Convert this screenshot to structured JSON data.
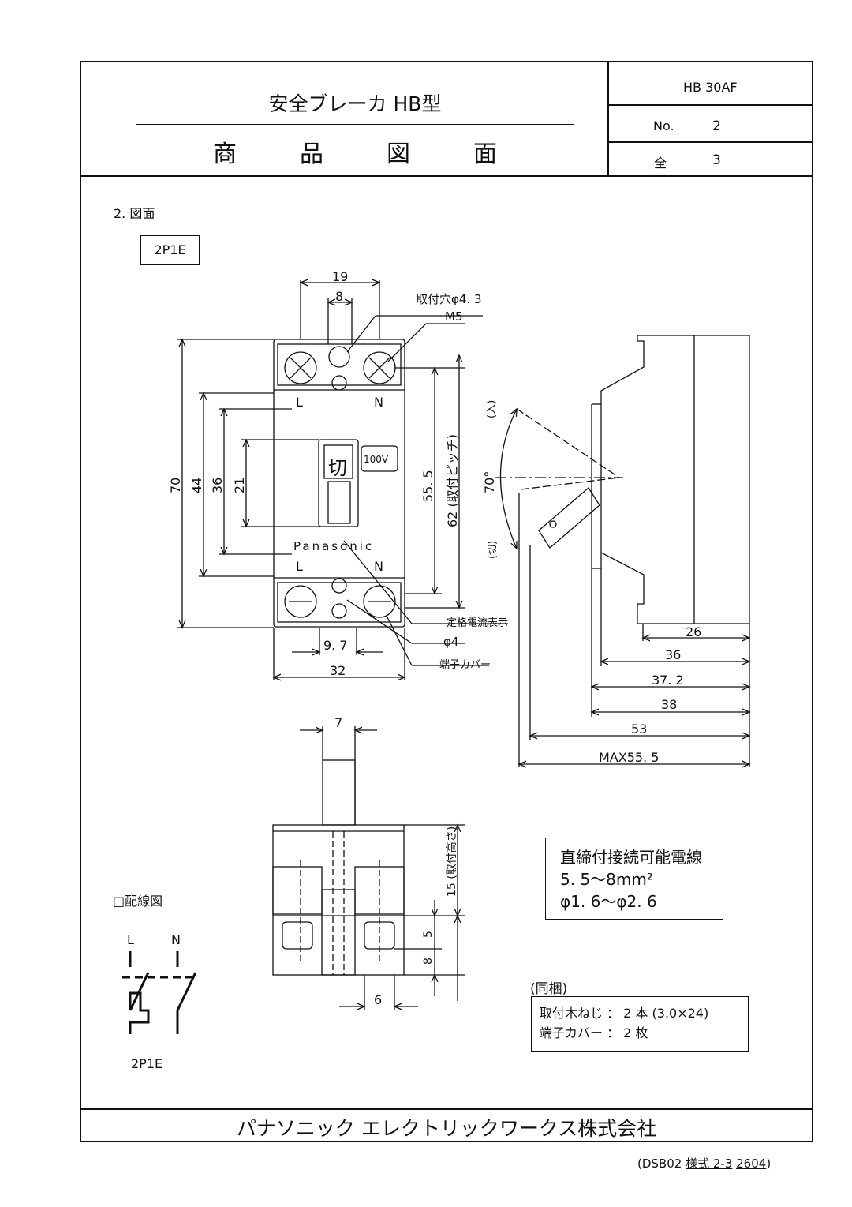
{
  "header": {
    "title": "安全ブレーカ HB型",
    "subtitle_chars": [
      "商",
      "品",
      "図",
      "面"
    ],
    "model": "HB 30AF",
    "no_label": "No.",
    "no_value": "2",
    "total_label": "全",
    "total_value": "3"
  },
  "section_title": "2. 図面",
  "model_tag": "2P1E",
  "front_view": {
    "dim_top_width": "19",
    "dim_top_hole_gap": "8",
    "mount_hole_label": "取付穴φ4. 3",
    "screw_label": "M5",
    "dim_height_total": "70",
    "dim_height_body": "44",
    "dim_height_inner": "36",
    "dim_height_handle": "21",
    "dim_height_55": "55. 5",
    "dim_pitch": "62 (取付ピッチ)",
    "label_L_top": "L",
    "label_N_top": "N",
    "label_L_bottom": "L",
    "label_N_bottom": "N",
    "handle_mark": "切",
    "voltage_badge": "100V",
    "brand": "Panasonic",
    "rated_current_label": "定格電流表示",
    "hole_bottom_label": "φ4",
    "terminal_cover_label": "端子カバー",
    "dim_9_7": "9. 7",
    "dim_width": "32"
  },
  "side_view": {
    "angle_label": "70°",
    "on_label": "(入)",
    "off_label": "(切)",
    "dims": [
      "26",
      "36",
      "37. 2",
      "38",
      "53",
      "MAX55. 5"
    ]
  },
  "bottom_view": {
    "dim_handle": "7",
    "dim_mount_height": "15 (取付高さ)",
    "dim_5": "5",
    "dim_8": "8",
    "dim_6": "6"
  },
  "cable_box": {
    "title": "直締付接続可能電線",
    "line1": "5. 5～8mm²",
    "line2": "φ1. 6～φ2. 6"
  },
  "accessories": {
    "title": "(同梱)",
    "item1": "取付木ねじ ： 2 本 (3.0×24)",
    "item2": "端子カバー ： 2 枚"
  },
  "wiring": {
    "title": "□配線図",
    "L": "L",
    "N": "N",
    "model": "2P1E"
  },
  "company": "パナソニック エレクトリックワークス株式会社",
  "footer": {
    "prefix": "(DSB02 ",
    "form": "様式 2-3",
    "space": " ",
    "code": "2604",
    "suffix": ")"
  }
}
